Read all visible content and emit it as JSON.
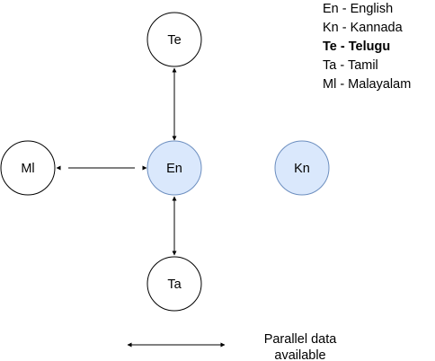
{
  "nodes": {
    "te": {
      "label": "Te"
    },
    "en": {
      "label": "En",
      "fill": "#dae8fc",
      "stroke": "#6c8ebf"
    },
    "kn": {
      "label": "Kn",
      "fill": "#dae8fc",
      "stroke": "#6c8ebf"
    },
    "ml": {
      "label": "Ml"
    },
    "ta": {
      "label": "Ta"
    }
  },
  "legend": {
    "items": [
      "En - English",
      "Kn - Kannada",
      "Te - Telugu",
      "Ta - Tamil",
      "Ml - Malayalam"
    ]
  },
  "key": {
    "line1": "Parallel data",
    "line2": "available"
  }
}
